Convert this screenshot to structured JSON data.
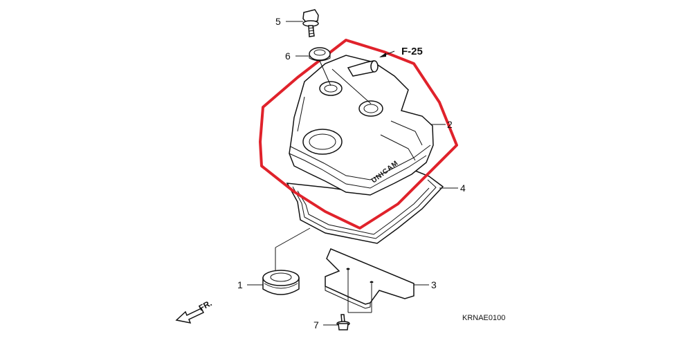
{
  "callouts": {
    "c1": "1",
    "c3": "3",
    "c4": "4",
    "c5": "5",
    "c6": "6",
    "c7": "7",
    "c2": "2"
  },
  "reference": "F-25",
  "brand_text": "UNICAM",
  "front_marker": "FR.",
  "diagram_code": "KRNAE0100",
  "colors": {
    "highlight": "#e0222b",
    "ink": "#111111",
    "background": "#ffffff"
  }
}
